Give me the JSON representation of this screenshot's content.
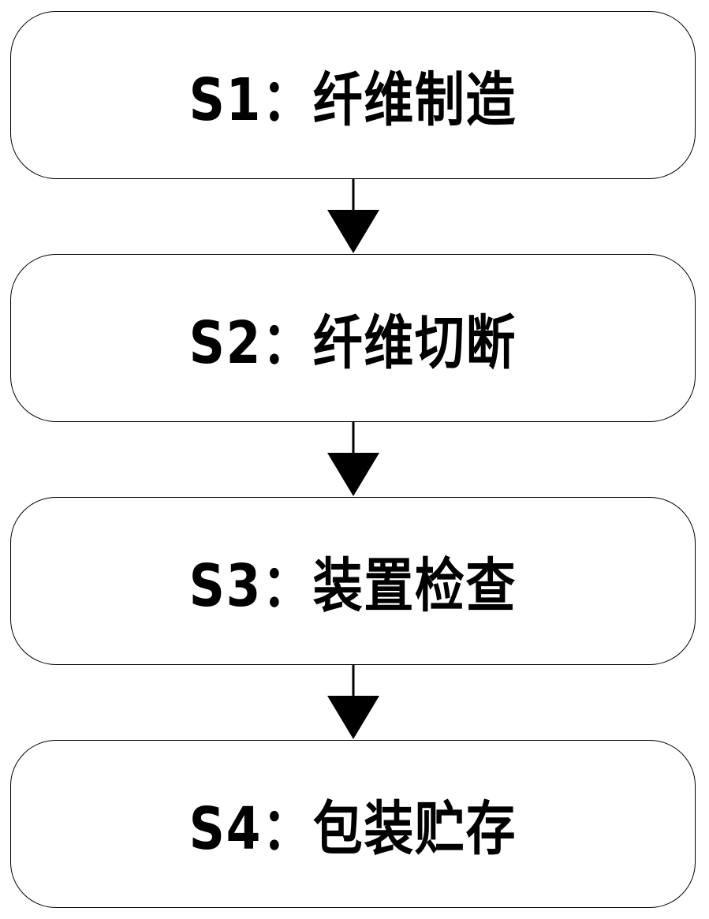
{
  "steps": [
    {
      "label": "S1：纤维制造"
    },
    {
      "label": "S2：纤维切断"
    },
    {
      "label": "S3：装置检查"
    },
    {
      "label": "S4：包装贮存"
    }
  ],
  "colors": {
    "stroke": "#000000",
    "background": "#ffffff"
  }
}
